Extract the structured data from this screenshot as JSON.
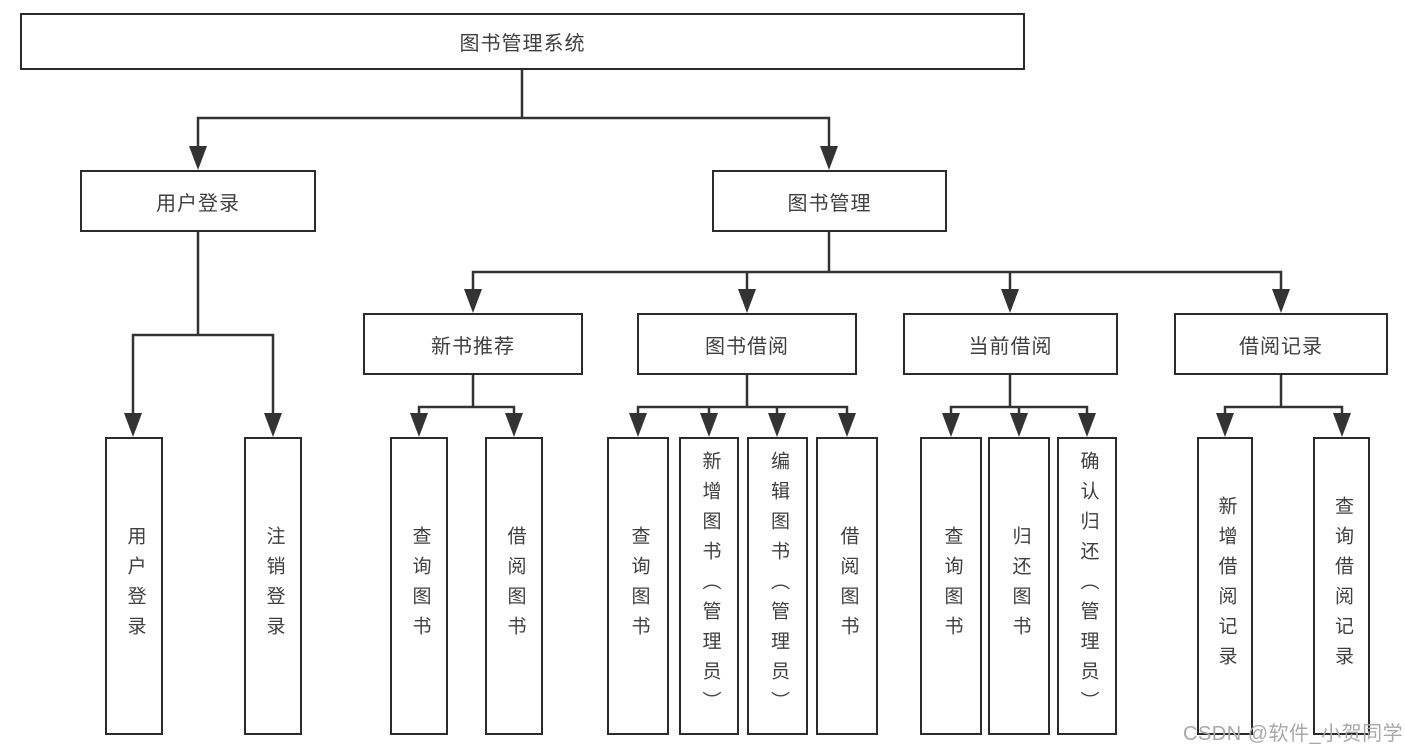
{
  "diagram": {
    "root": "图书管理系统",
    "branches": [
      {
        "label": "用户登录",
        "children": [
          {
            "label": "用户登录"
          },
          {
            "label": "注销登录"
          }
        ]
      },
      {
        "label": "图书管理",
        "children": [
          {
            "label": "新书推荐",
            "children": [
              {
                "label": "查询图书"
              },
              {
                "label": "借阅图书"
              }
            ]
          },
          {
            "label": "图书借阅",
            "children": [
              {
                "label": "查询图书"
              },
              {
                "label": "新增图书（管理员）"
              },
              {
                "label": "编辑图书（管理员）"
              },
              {
                "label": "借阅图书"
              }
            ]
          },
          {
            "label": "当前借阅",
            "children": [
              {
                "label": "查询图书"
              },
              {
                "label": "归还图书"
              },
              {
                "label": "确认归还（管理员）"
              }
            ]
          },
          {
            "label": "借阅记录",
            "children": [
              {
                "label": "新增借阅记录"
              },
              {
                "label": "查询借阅记录"
              }
            ]
          }
        ]
      }
    ]
  },
  "watermark": {
    "text": "CSDN @软件_小贺同学"
  },
  "colors": {
    "line": "#333333",
    "box_border": "#2b2b2b",
    "text": "#3f3f3f",
    "watermark": "#a8a8a8",
    "background": "#ffffff"
  }
}
